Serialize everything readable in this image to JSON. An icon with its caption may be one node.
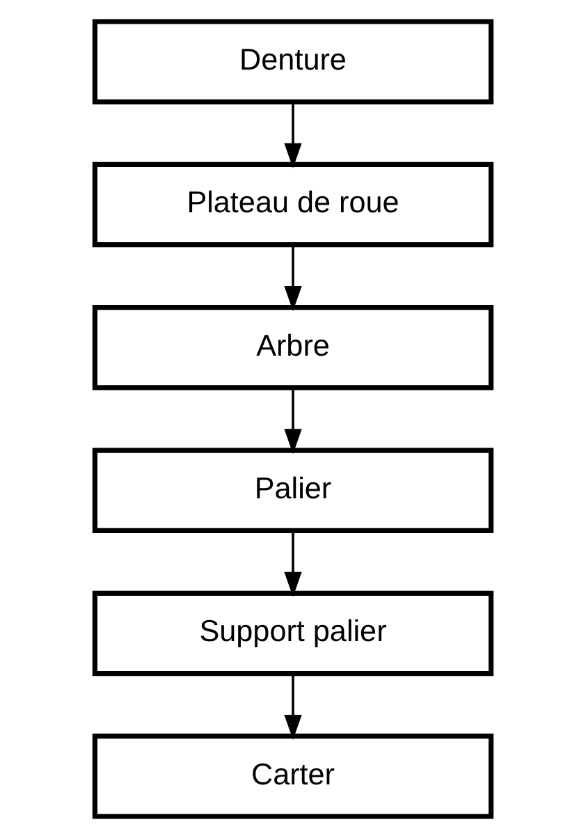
{
  "diagram": {
    "nodes": [
      {
        "text": [
          "Denture"
        ]
      },
      {
        "text": [
          "Plateau de roue"
        ]
      },
      {
        "text": [
          "Arbre"
        ]
      },
      {
        "text": [
          "Palier"
        ]
      },
      {
        "text": [
          "Support palier"
        ]
      },
      {
        "text": [
          "Carter"
        ]
      }
    ],
    "edges": [
      {
        "from": 0,
        "to": 1,
        "arrow": "to"
      },
      {
        "from": 1,
        "to": 2,
        "arrow": "to"
      },
      {
        "from": 2,
        "to": 3,
        "arrow": "to"
      },
      {
        "from": 3,
        "to": 4,
        "arrow": "to"
      },
      {
        "from": 4,
        "to": 5,
        "arrow": "to"
      }
    ]
  }
}
